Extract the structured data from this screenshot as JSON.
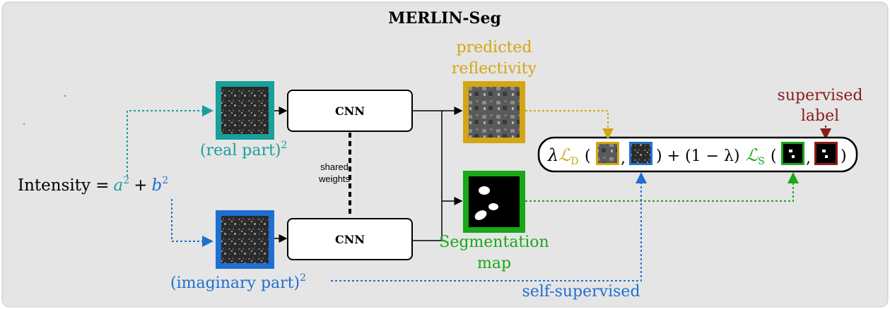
{
  "title": "MERLIN-Seg",
  "intensity": {
    "prefix": "Intensity =",
    "a": "a",
    "plus": "+",
    "b": "b",
    "exp": "2"
  },
  "real_part_label": {
    "text": "(real part)",
    "exp": "2"
  },
  "imag_part_label": {
    "text": "(imaginary part)",
    "exp": "2"
  },
  "cnn_top": "CNN",
  "cnn_bottom": "CNN",
  "shared_weights": [
    "shared",
    "weights"
  ],
  "predicted_reflectivity": [
    "predicted",
    "reflectivity"
  ],
  "segmentation_map": [
    "Segmentation",
    "map"
  ],
  "supervised_label": [
    "supervised",
    "label"
  ],
  "self_supervised": "self-supervised",
  "loss": {
    "lambda": "λ",
    "L": "ℒ",
    "sub_d": "D",
    "sub_s": "S",
    "middle": ") + (1 − λ)",
    "open": "(",
    "comma": ",",
    "close": ")"
  },
  "colors": {
    "teal": "#1a9f9a",
    "blue": "#1f6fd1",
    "gold": "#d4a514",
    "green": "#18a818",
    "darkred": "#8b1a1a",
    "panel_bg": "#e5e5e5"
  }
}
